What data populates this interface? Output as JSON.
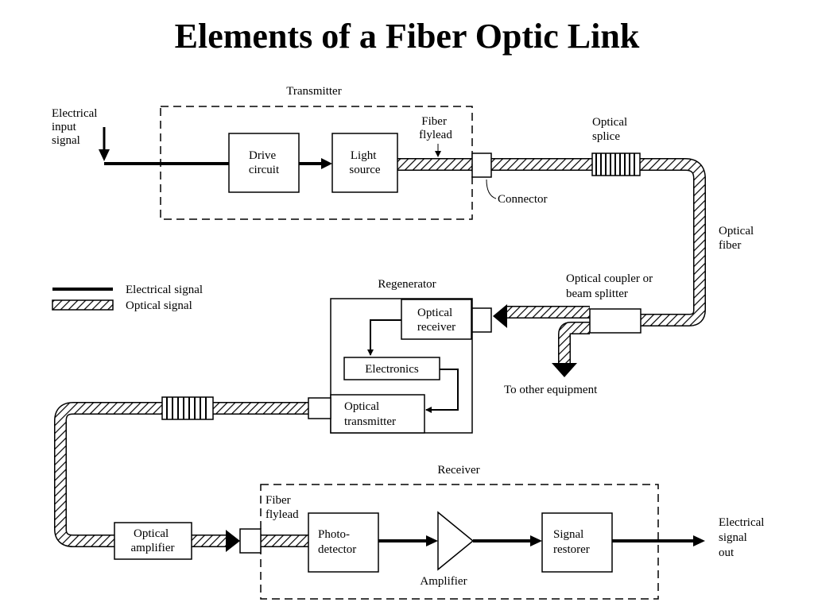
{
  "title": "Elements of a Fiber Optic Link",
  "transmitter": {
    "label": "Transmitter",
    "drive_circuit": [
      "Drive",
      "circuit"
    ],
    "light_source": [
      "Light",
      "source"
    ]
  },
  "input": [
    "Electrical",
    "input",
    "signal"
  ],
  "fiber_flylead_top": [
    "Fiber",
    "flylead"
  ],
  "connector": "Connector",
  "optical_splice": [
    "Optical",
    "splice"
  ],
  "optical_fiber": [
    "Optical",
    "fiber"
  ],
  "coupler": [
    "Optical coupler or",
    "beam splitter"
  ],
  "to_other": "To other equipment",
  "legend": {
    "electrical": "Electrical signal",
    "optical": "Optical signal"
  },
  "regenerator": {
    "label": "Regenerator",
    "receiver": [
      "Optical",
      "receiver"
    ],
    "electronics": "Electronics",
    "transmitter": [
      "Optical",
      "transmitter"
    ]
  },
  "receiver": {
    "label": "Receiver",
    "fiber_flylead": [
      "Fiber",
      "flylead"
    ],
    "photodetector": [
      "Photo-",
      "detector"
    ],
    "amplifier": "Amplifier",
    "signal_restorer": [
      "Signal",
      "restorer"
    ]
  },
  "optical_amplifier": [
    "Optical",
    "amplifier"
  ],
  "output": [
    "Electrical",
    "signal",
    "out"
  ]
}
